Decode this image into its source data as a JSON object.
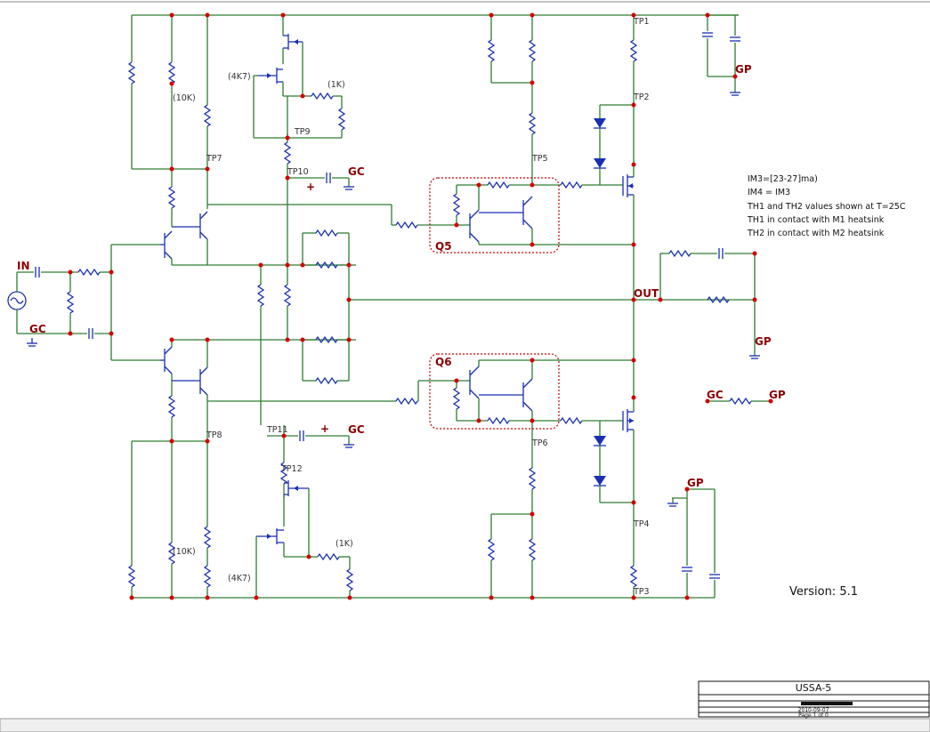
{
  "test_points": [
    {
      "id": "tp1",
      "label": "TP1"
    },
    {
      "id": "tp2",
      "label": "TP2"
    },
    {
      "id": "tp3",
      "label": "TP3"
    },
    {
      "id": "tp4",
      "label": "TP4"
    },
    {
      "id": "tp5",
      "label": "TP5"
    },
    {
      "id": "tp6",
      "label": "TP6"
    },
    {
      "id": "tp7",
      "label": "TP7"
    },
    {
      "id": "tp8",
      "label": "TP8"
    },
    {
      "id": "tp9",
      "label": "TP9"
    },
    {
      "id": "tp10",
      "label": "TP10"
    },
    {
      "id": "tp11",
      "label": "TP11"
    },
    {
      "id": "tp12",
      "label": "TP12"
    }
  ],
  "net_labels": {
    "in": "IN",
    "gc": "GC",
    "gp": "GP",
    "out": "OUT",
    "plus": "+"
  },
  "component_values": {
    "r_10k": "(10K)",
    "r_4k7": "(4K7)",
    "r_1k": "(1K)"
  },
  "groups": {
    "q5": "Q5",
    "q6": "Q6"
  },
  "notes": [
    "IM3=[23-27]ma)",
    "IM4 = IM3",
    "TH1 and TH2 values shown at T=25C",
    "TH1 in contact with M1 heatsink",
    "TH2 in contact with M2 heatsink"
  ],
  "version": "Version: 5.1",
  "title_block": {
    "title": "USSA-5",
    "date": "2010-09-07",
    "page": "Page 1 of 0"
  }
}
